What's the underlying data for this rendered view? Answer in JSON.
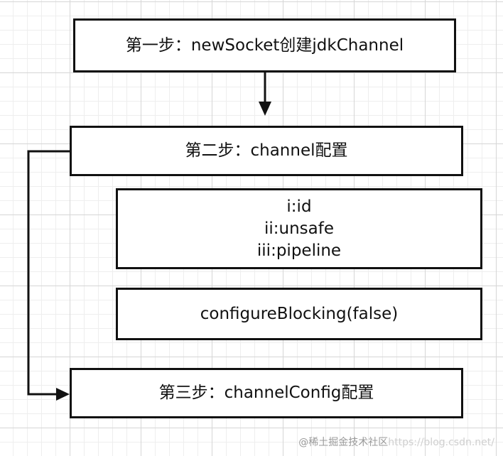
{
  "steps": {
    "step1": "第一步：newSocket创建jdkChannel",
    "step2": "第二步：channel配置",
    "step3": "第三步：channelConfig配置"
  },
  "channel_parts": [
    "i:id",
    "ii:unsafe",
    "iii:pipeline"
  ],
  "blocking_call": "configureBlocking(false)",
  "watermark": {
    "faint": "https://blog.csdn.net/",
    "brand": "@稀土掘金技术社区"
  }
}
